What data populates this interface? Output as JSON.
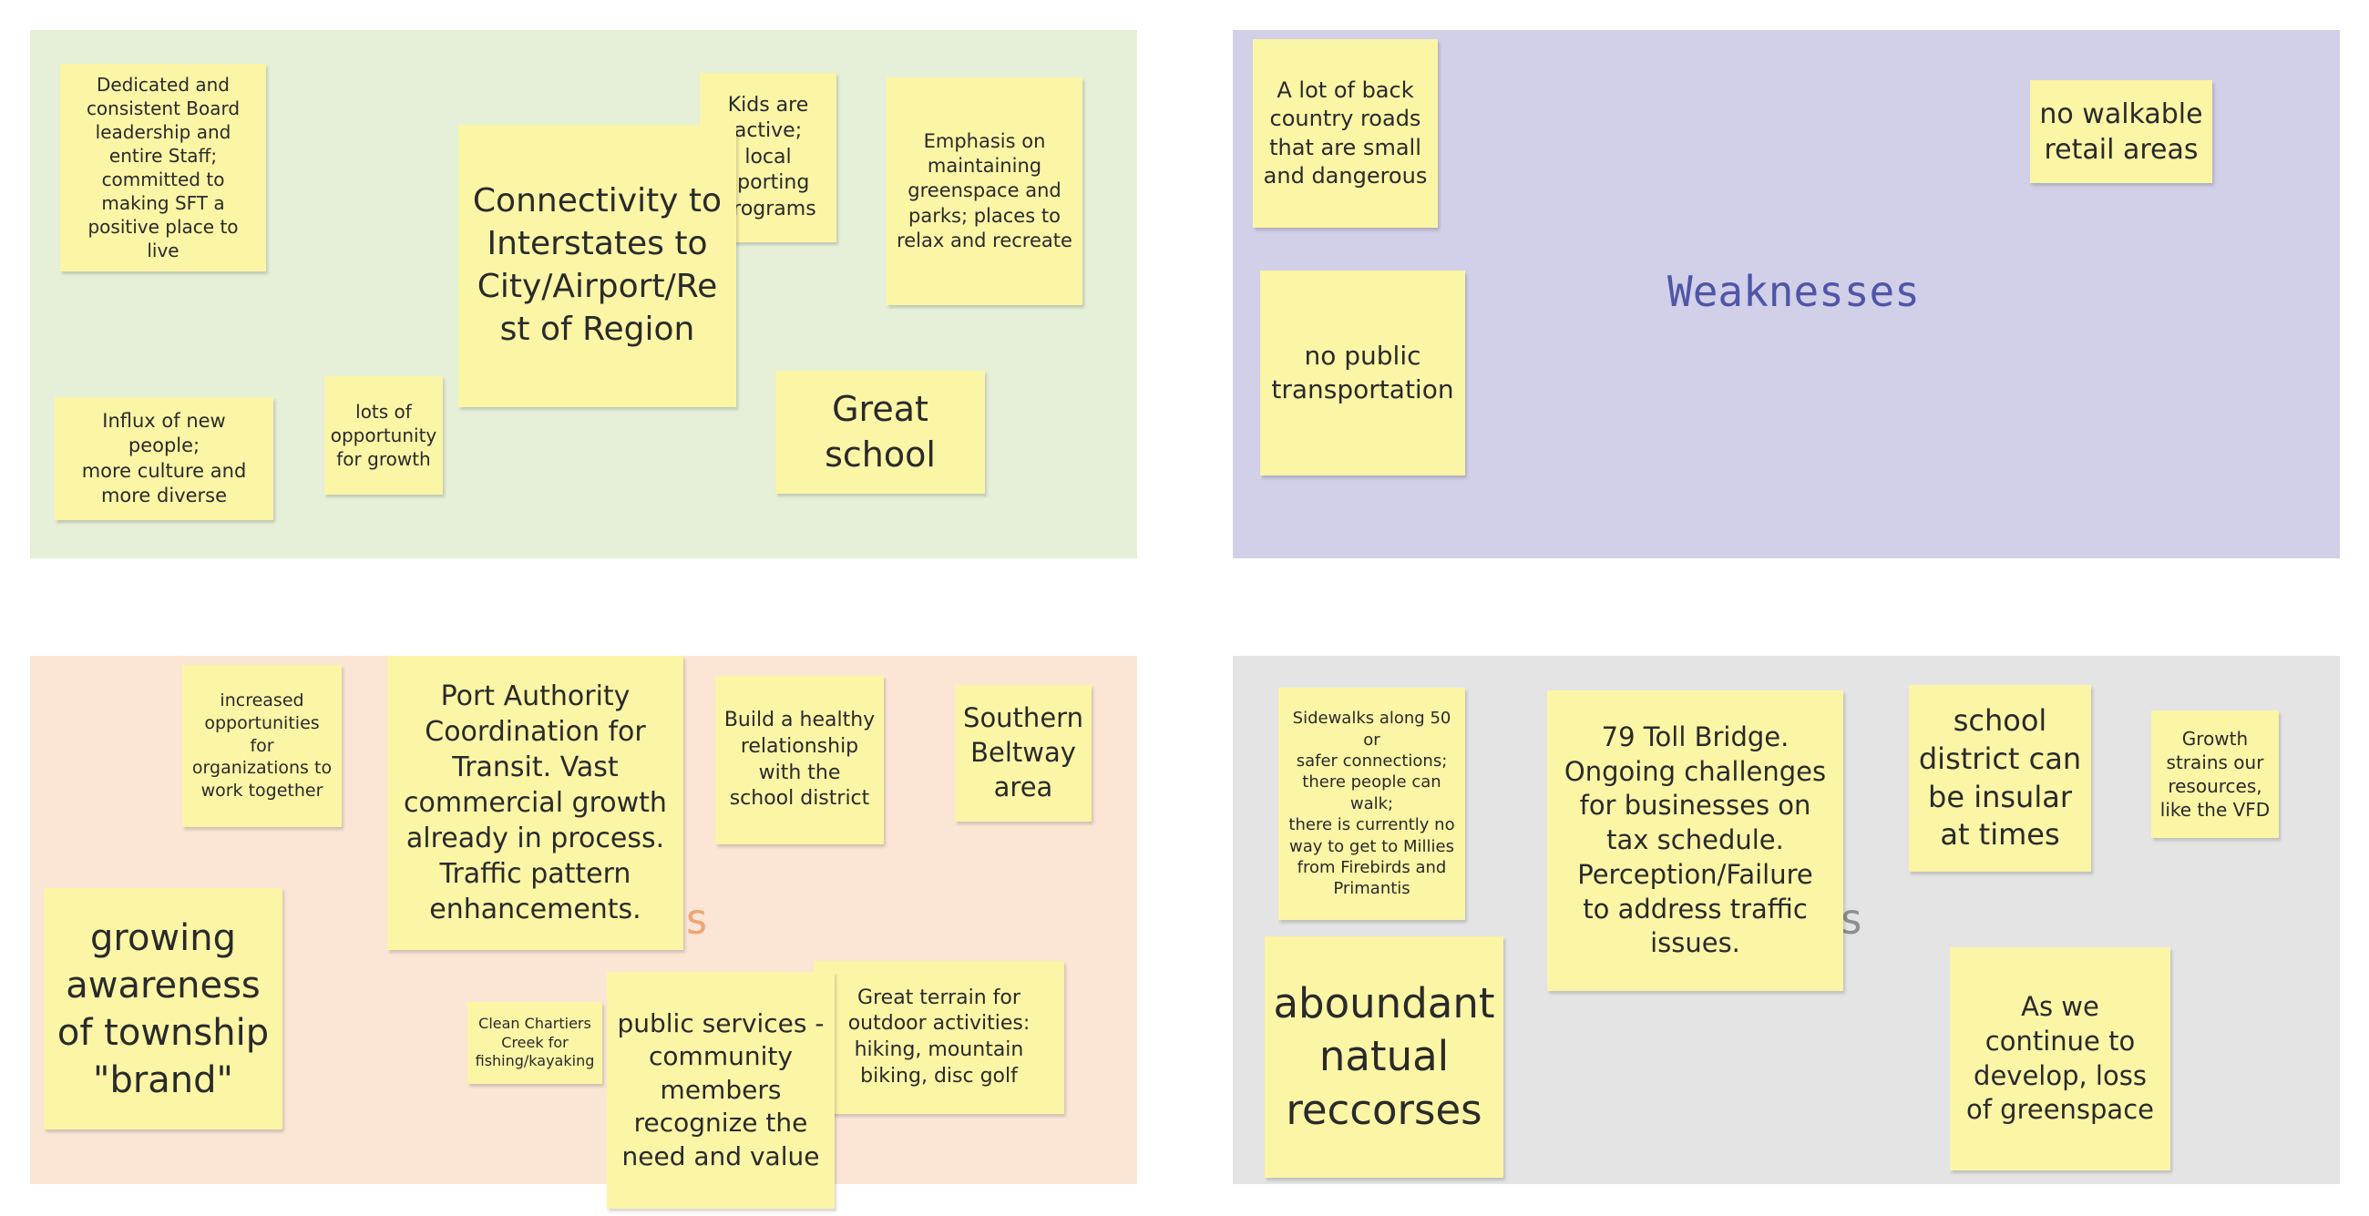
{
  "board": {
    "colors": {
      "strengths_bg": "#e6f0d8",
      "weaknesses_bg": "#d1d0e8",
      "opportunities_bg": "#fbe6d6",
      "threats_bg": "#e4e4e5",
      "sticky_note": "#fbf5a6",
      "weaknesses_title": "#4f55a8",
      "opportunities_title": "#f2a372",
      "threats_title": "#8f8f8f"
    },
    "weaknesses_title": "Weaknesses",
    "opportunities_title_visible": "es",
    "threats_title_visible": "s"
  },
  "notes": {
    "s1": "Dedicated and\nconsistent Board\nleadership and\nentire Staff;\ncommitted to\nmaking SFT a\npositive place to live",
    "s2": "Kids are\nactive; local\nsporting\nprograms",
    "s3": "Emphasis on\nmaintaining\ngreenspace and\nparks; places to\nrelax and recreate",
    "s4": "Connectivity to\nInterstates to\nCity/Airport/Re\nst of Region",
    "s5": "Influx of new people;\nmore culture and\nmore diverse",
    "s6": "lots of\nopportunity\nfor growth",
    "s7": "Great\nschool",
    "w1": "A lot of back\ncountry roads\nthat are small\nand dangerous",
    "w2": "no walkable\nretail areas",
    "w3": "no public\ntransportation",
    "o1": "increased\nopportunities\nfor\norganizations to\nwork together",
    "o2": "Port Authority\nCoordination for\nTransit.  Vast\ncommercial growth\nalready in process.\nTraffic pattern\nenhancements.",
    "o3": "Build a healthy\nrelationship\nwith the\nschool district",
    "o4": "Southern\nBeltway\narea",
    "o5": "growing\nawareness\nof township\n\"brand\"",
    "o6": "Clean Chartiers\nCreek for\nfishing/kayaking",
    "o7": "Great terrain for\noutdoor activities:\nhiking, mountain\nbiking, disc golf",
    "o8": "public services -\ncommunity\nmembers\nrecognize the\nneed and value",
    "t1": "Sidewalks along 50 or\nsafer connections;\nthere people can walk;\nthere is currently no\nway to get to Millies\nfrom Firebirds and\nPrimantis",
    "t2": "79 Toll Bridge.\nOngoing challenges\nfor businesses on\ntax schedule.\nPerception/Failure\nto address traffic\nissues.",
    "t3": "school\ndistrict can\nbe insular\nat times",
    "t4": "Growth\nstrains our\nresources,\nlike the VFD",
    "t5": "aboundant\nnatual\nreccorses",
    "t6": "As we\ncontinue to\ndevelop, loss\nof greenspace"
  }
}
